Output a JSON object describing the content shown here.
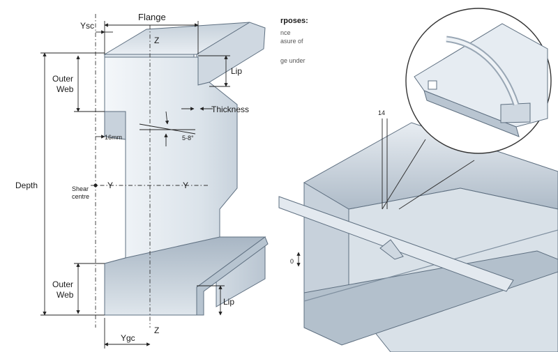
{
  "left_diagram": {
    "labels": {
      "flange": "Flange",
      "ysc": "Ysc",
      "z_top": "Z",
      "z_bottom": "Z",
      "lip_top": "Lip",
      "lip_bottom": "Lip",
      "outer_web_top_1": "Outer",
      "outer_web_top_2": "Web",
      "outer_web_bottom_1": "Outer",
      "outer_web_bottom_2": "Web",
      "thickness": "Thickness",
      "offset_16mm": "16mm",
      "angle": "5-8°",
      "depth": "Depth",
      "shear_centre_1": "Shear",
      "shear_centre_2": "centre",
      "y_left": "Y",
      "y_right": "Y",
      "ygc": "Ygc"
    }
  },
  "right_diagram": {
    "heading_fragment": "rposes:",
    "text_fragments": [
      "nce",
      "asure of",
      "ge under"
    ],
    "dim_14": "14",
    "dim_0": "0"
  },
  "colors": {
    "steel_light": "#eef2f6",
    "steel_mid": "#c9d3dd",
    "steel_dark": "#98a6b4",
    "edge": "#5e6f80"
  }
}
